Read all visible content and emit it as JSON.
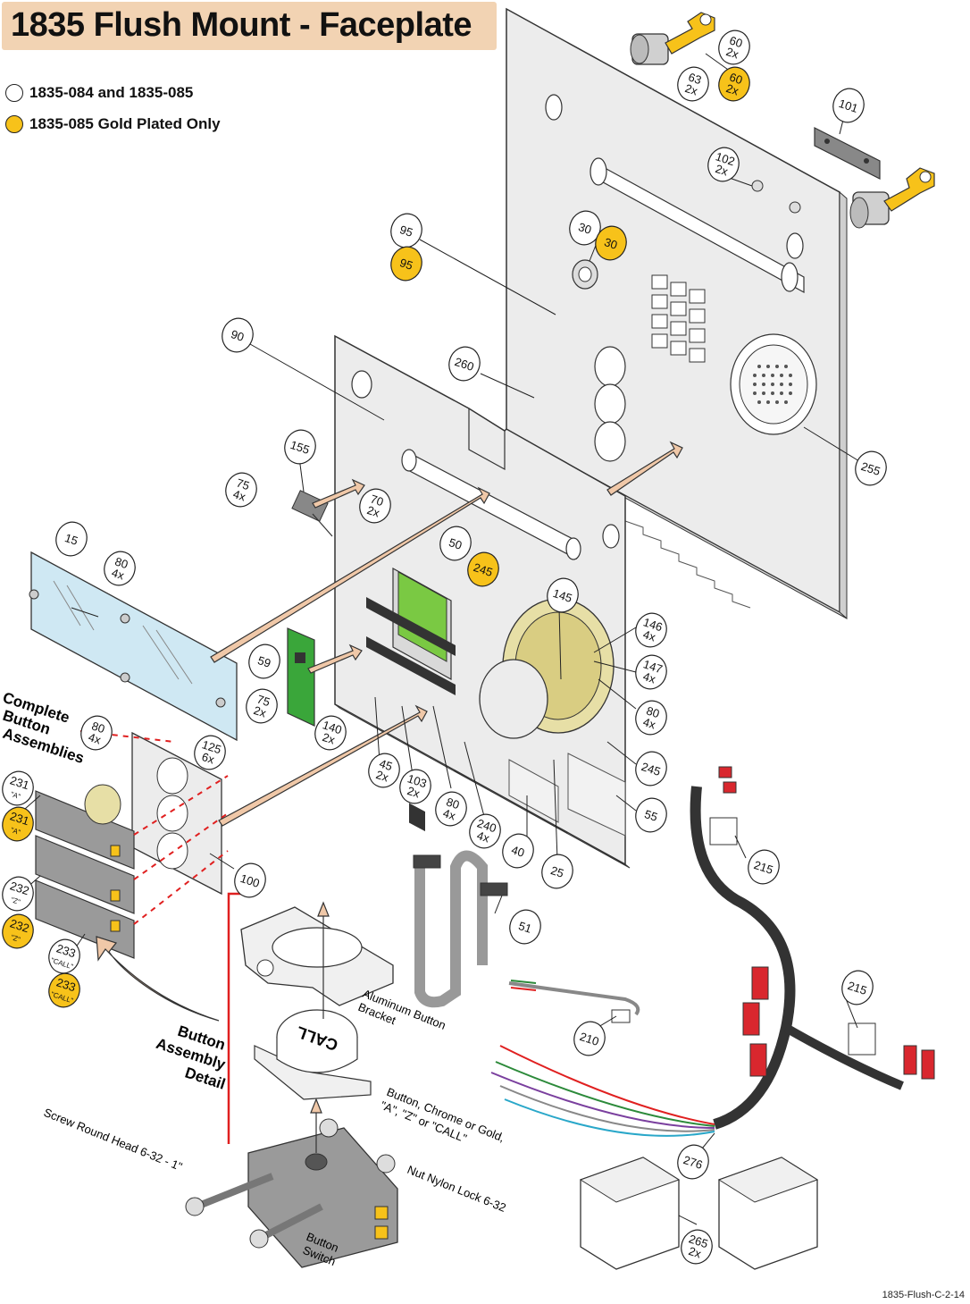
{
  "title": "1835 Flush Mount - Faceplate",
  "legend": [
    {
      "label": "1835-084 and 1835-085",
      "color": "#ffffff"
    },
    {
      "label": "1835-085 Gold Plated Only",
      "color": "#f7c21a"
    }
  ],
  "footer": "1835-Flush-C-2-14",
  "colors": {
    "gold": "#f7c21a",
    "plate": "#ececec",
    "outline": "#333333",
    "arrow": "#f0c8a8",
    "red_line": "#e02020",
    "connector": "#d9272e"
  },
  "callouts": [
    {
      "id": "c60w",
      "lines": [
        "60",
        "2x"
      ],
      "gold": false
    },
    {
      "id": "c60g",
      "lines": [
        "60",
        "2x"
      ],
      "gold": true
    },
    {
      "id": "c63",
      "lines": [
        "63",
        "2x"
      ],
      "gold": false
    },
    {
      "id": "c101",
      "lines": [
        "101"
      ],
      "gold": false
    },
    {
      "id": "c102",
      "lines": [
        "102",
        "2x"
      ],
      "gold": false
    },
    {
      "id": "c95w",
      "lines": [
        "95"
      ],
      "gold": false
    },
    {
      "id": "c95g",
      "lines": [
        "95"
      ],
      "gold": true
    },
    {
      "id": "c30w",
      "lines": [
        "30"
      ],
      "gold": false
    },
    {
      "id": "c30g",
      "lines": [
        "30"
      ],
      "gold": true
    },
    {
      "id": "c90",
      "lines": [
        "90"
      ],
      "gold": false
    },
    {
      "id": "c260",
      "lines": [
        "260"
      ],
      "gold": false
    },
    {
      "id": "c255",
      "lines": [
        "255"
      ],
      "gold": false
    },
    {
      "id": "c155",
      "lines": [
        "155"
      ],
      "gold": false
    },
    {
      "id": "c75a",
      "lines": [
        "75",
        "4x"
      ],
      "gold": false
    },
    {
      "id": "c70",
      "lines": [
        "70",
        "2x"
      ],
      "gold": false
    },
    {
      "id": "c15",
      "lines": [
        "15"
      ],
      "gold": false
    },
    {
      "id": "c80a",
      "lines": [
        "80",
        "4x"
      ],
      "gold": false
    },
    {
      "id": "c50",
      "lines": [
        "50"
      ],
      "gold": false
    },
    {
      "id": "c245g",
      "lines": [
        "245"
      ],
      "gold": true
    },
    {
      "id": "c145",
      "lines": [
        "145"
      ],
      "gold": false
    },
    {
      "id": "c146",
      "lines": [
        "146",
        "4x"
      ],
      "gold": false
    },
    {
      "id": "c147",
      "lines": [
        "147",
        "4x"
      ],
      "gold": false
    },
    {
      "id": "c80d",
      "lines": [
        "80",
        "4x"
      ],
      "gold": false
    },
    {
      "id": "c245w",
      "lines": [
        "245"
      ],
      "gold": false
    },
    {
      "id": "c55",
      "lines": [
        "55"
      ],
      "gold": false
    },
    {
      "id": "c59",
      "lines": [
        "59"
      ],
      "gold": false
    },
    {
      "id": "c75b",
      "lines": [
        "75",
        "2x"
      ],
      "gold": false
    },
    {
      "id": "c140",
      "lines": [
        "140",
        "2x"
      ],
      "gold": false
    },
    {
      "id": "c45",
      "lines": [
        "45",
        "2x"
      ],
      "gold": false
    },
    {
      "id": "c103",
      "lines": [
        "103",
        "2x"
      ],
      "gold": false
    },
    {
      "id": "c80c",
      "lines": [
        "80",
        "4x"
      ],
      "gold": false
    },
    {
      "id": "c240",
      "lines": [
        "240",
        "4x"
      ],
      "gold": false
    },
    {
      "id": "c40",
      "lines": [
        "40"
      ],
      "gold": false
    },
    {
      "id": "c25",
      "lines": [
        "25"
      ],
      "gold": false
    },
    {
      "id": "c80b",
      "lines": [
        "80",
        "4x"
      ],
      "gold": false
    },
    {
      "id": "c125",
      "lines": [
        "125",
        "6x"
      ],
      "gold": false
    },
    {
      "id": "c100",
      "lines": [
        "100"
      ],
      "gold": false
    },
    {
      "id": "c231w",
      "lines": [
        "231",
        "\"A\""
      ],
      "gold": false
    },
    {
      "id": "c231g",
      "lines": [
        "231",
        "\"A\""
      ],
      "gold": true
    },
    {
      "id": "c232w",
      "lines": [
        "232",
        "\"Z\""
      ],
      "gold": false
    },
    {
      "id": "c232g",
      "lines": [
        "232",
        "\"Z\""
      ],
      "gold": true
    },
    {
      "id": "c233w",
      "lines": [
        "233",
        "\"CALL\""
      ],
      "gold": false
    },
    {
      "id": "c233g",
      "lines": [
        "233",
        "\"CALL\""
      ],
      "gold": true
    },
    {
      "id": "c51",
      "lines": [
        "51"
      ],
      "gold": false
    },
    {
      "id": "c210",
      "lines": [
        "210"
      ],
      "gold": false
    },
    {
      "id": "c215a",
      "lines": [
        "215"
      ],
      "gold": false
    },
    {
      "id": "c215b",
      "lines": [
        "215"
      ],
      "gold": false
    },
    {
      "id": "c276",
      "lines": [
        "276"
      ],
      "gold": false
    },
    {
      "id": "c265",
      "lines": [
        "265",
        "2x"
      ],
      "gold": false
    }
  ],
  "labels": {
    "complete_button_assemblies": [
      "Complete",
      "Button",
      "Assemblies"
    ],
    "button_assembly_detail": [
      "Button",
      "Assembly",
      "Detail"
    ],
    "aluminum_bracket": [
      "Aluminum Button",
      "Bracket"
    ],
    "button_chrome": [
      "Button, Chrome or Gold,",
      "\"A\", \"Z\" or \"CALL\""
    ],
    "screw": "Screw Round Head 6-32 - 1\"",
    "nut": "Nut Nylon Lock 6-32",
    "button_switch": [
      "Button",
      "Switch"
    ],
    "call_button_text": "CALL"
  }
}
